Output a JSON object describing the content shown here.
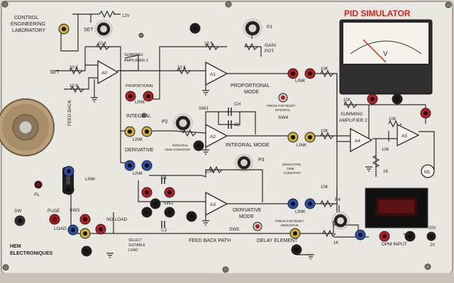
{
  "panel": {
    "title": "PID SIMULATOR",
    "lab_line1": "CONTROL",
    "lab_line2": "ENGINEERING",
    "lab_line3": "LABORATORY",
    "maker_line1": "HEM",
    "maker_line2": "ELECTRONIQUES"
  },
  "labels": {
    "set": "SET",
    "set_input": "SET",
    "supply": "12V",
    "r10k_a": "10 K",
    "r10k_b": "10 K",
    "r10k_c": "10 K",
    "r10k_d": "10 K",
    "r10k_e": "10 K",
    "r10k_f": "10K",
    "r10k_g": "10K",
    "r10k_h": "10K",
    "r10k_i": "10K",
    "r10k_j": "10K",
    "r10k_k": "10K",
    "r10k_l": "10K",
    "r1k": "1K",
    "r1k_b": "1K",
    "summing1_a": "SUMMING",
    "summing1_b": "AMPLIFIER-1",
    "summing2_a": "SUMMING",
    "summing2_b": "AMPLIFIER 2",
    "proportional_small": "PROPORTIONAL",
    "link": "LINK",
    "integral": "INTEGRAL",
    "derivative": "DERIVATIVE",
    "gain_a": "GAIN",
    "gain_b": "POT",
    "p1": "P1",
    "p2": "P2",
    "p3": "P3",
    "p4": "P4",
    "prop_mode_a": "PROPORTIONAL",
    "prop_mode_b": "MODE",
    "integral_mode": "INTEGRAL MODE",
    "derivative_mode_a": "DERIVATIVE",
    "derivative_mode_b": "MODE",
    "sw1": "SW1",
    "sw2": "SW2",
    "sw3": "SW3",
    "sw4": "SW4",
    "sw5": "SW5",
    "sw": "SW",
    "ch": "CH",
    "cl": "CL",
    "c1": "C1",
    "c2": "C2",
    "itc_a": "INTEGRAL",
    "itc_b": "TIME CONSTANT",
    "dtc_a": "DERIVATIVE",
    "dtc_b": "TIME",
    "dtc_c": "CONSTANT",
    "reset_int_a": "PRESS FOR RESET",
    "reset_int_b": "INTEGRAL",
    "reset_der_a": "PRESS FOR RESET",
    "reset_der_b": "DERIVATIVE",
    "feedback": "FEED BACK",
    "feedback_path": "FEED BACK PATH",
    "delay_element": "DELAY ELEMENT",
    "pl": "PL",
    "fuse": "FUSE",
    "load": "LOAD",
    "no_load": "NO LOAD",
    "select_a": "SELECT",
    "select_b": "SUITABLE",
    "select_c": "LOAD",
    "dpm_input": "DPM INPUT",
    "v20": "20V",
    "v2": "2V",
    "meter_unit": "V",
    "a0": "A0",
    "a1": "A1",
    "a2": "A2",
    "a3": "A3",
    "a4": "A4",
    "a5": "A5",
    "m1": "M1",
    "plus": "+",
    "minus": "−"
  },
  "colors": {
    "panel": "#e9e7e2",
    "wire": "#2b2b2b",
    "title": "#d8231d",
    "red_socket": "#b81f25",
    "yellow_socket": "#cfae34",
    "blue_socket": "#2d4fa8",
    "black_socket": "#1e1e1e"
  }
}
